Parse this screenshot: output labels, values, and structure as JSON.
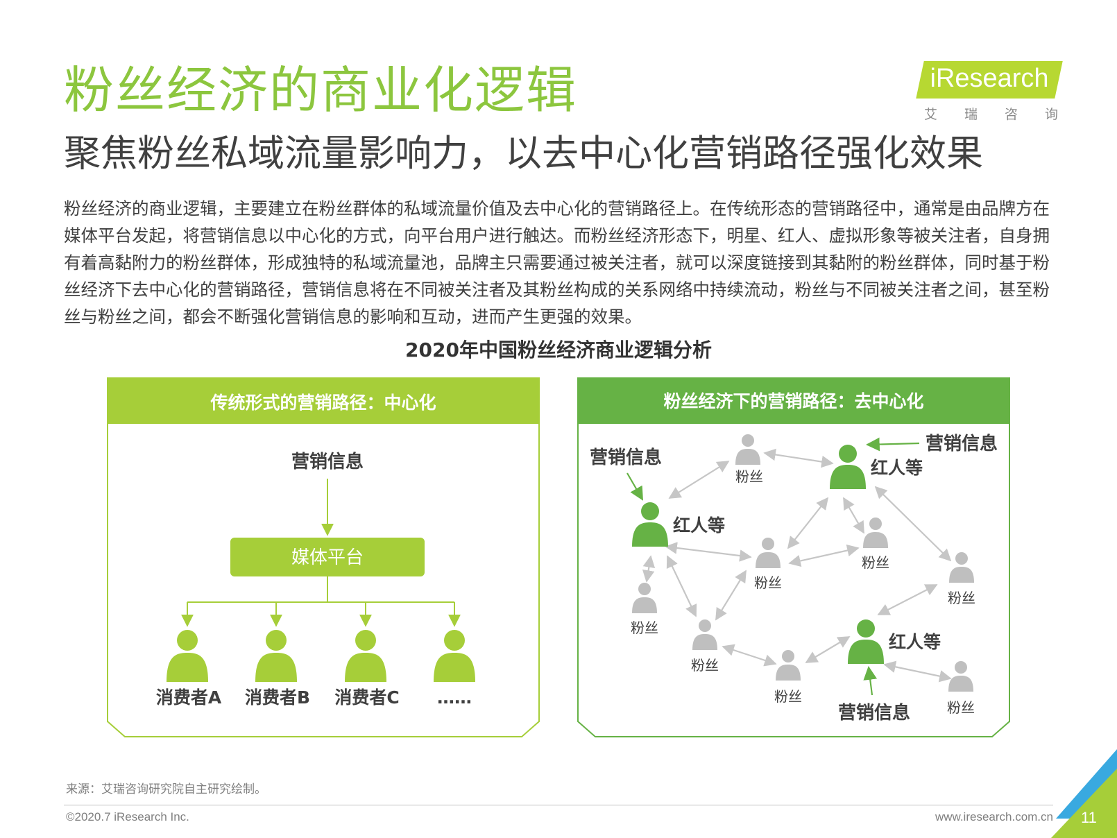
{
  "header": {
    "title": "粉丝经济的商业化逻辑",
    "subtitle": "聚焦粉丝私域流量影响力，以去中心化营销路径强化效果"
  },
  "logo": {
    "brand": "iResearch",
    "brand_cn": "艾瑞咨询"
  },
  "body": {
    "paragraph": "粉丝经济的商业逻辑，主要建立在粉丝群体的私域流量价值及去中心化的营销路径上。在传统形态的营销路径中，通常是由品牌方在媒体平台发起，将营销信息以中心化的方式，向平台用户进行触达。而粉丝经济形态下，明星、红人、虚拟形象等被关注者，自身拥有着高黏附力的粉丝群体，形成独特的私域流量池，品牌主只需要通过被关注者，就可以深度链接到其黏附的粉丝群体，同时基于粉丝经济下去中心化的营销路径，营销信息将在不同被关注者及其粉丝构成的关系网络中持续流动，粉丝与不同被关注者之间，甚至粉丝与粉丝之间，都会不断强化营销信息的影响和互动，进而产生更强的效果。"
  },
  "diagram": {
    "title": "2020年中国粉丝经济商业逻辑分析",
    "left_panel": {
      "title": "传统形式的营销路径：中心化",
      "source_label": "营销信息",
      "platform_label": "媒体平台",
      "consumers": [
        "消费者A",
        "消费者B",
        "消费者C",
        "……"
      ]
    },
    "right_panel": {
      "title": "粉丝经济下的营销路径：去中心化",
      "info_label": "营销信息",
      "influencer_label": "红人等",
      "fan_label": "粉丝"
    }
  },
  "colors": {
    "title_green": "#8cc63e",
    "left_panel": "#a6ce39",
    "right_panel": "#66b245",
    "fan_gray": "#bfbfbf",
    "arrow_gray": "#c6c6c6"
  },
  "footer": {
    "source": "来源：艾瑞咨询研究院自主研究绘制。",
    "copyright": "©2020.7 iResearch Inc.",
    "website": "www.iresearch.com.cn",
    "page_number": "11"
  }
}
